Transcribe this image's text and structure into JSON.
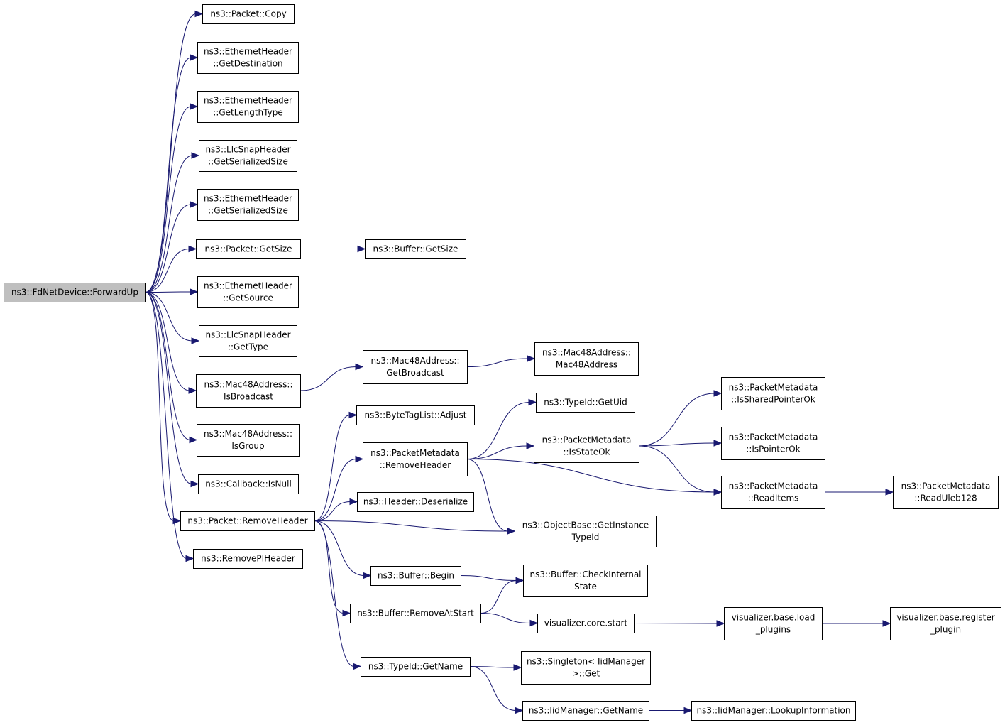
{
  "diagram": {
    "edge_color": "#191970",
    "root_fill": "#bfbfbf",
    "nodes": [
      {
        "id": "root",
        "lines": [
          "ns3::FdNetDevice::ForwardUp"
        ],
        "root": true
      },
      {
        "id": "copy",
        "lines": [
          "ns3::Packet::Copy"
        ]
      },
      {
        "id": "getdest",
        "lines": [
          "ns3::EthernetHeader",
          "::GetDestination"
        ]
      },
      {
        "id": "getlen",
        "lines": [
          "ns3::EthernetHeader",
          "::GetLengthType"
        ]
      },
      {
        "id": "llcsize",
        "lines": [
          "ns3::LlcSnapHeader",
          "::GetSerializedSize"
        ]
      },
      {
        "id": "ethsize",
        "lines": [
          "ns3::EthernetHeader",
          "::GetSerializedSize"
        ]
      },
      {
        "id": "pktsize",
        "lines": [
          "ns3::Packet::GetSize"
        ]
      },
      {
        "id": "bufsize",
        "lines": [
          "ns3::Buffer::GetSize"
        ]
      },
      {
        "id": "getsrc",
        "lines": [
          "ns3::EthernetHeader",
          "::GetSource"
        ]
      },
      {
        "id": "gettype",
        "lines": [
          "ns3::LlcSnapHeader",
          "::GetType"
        ]
      },
      {
        "id": "isbcast",
        "lines": [
          "ns3::Mac48Address::",
          "IsBroadcast"
        ]
      },
      {
        "id": "getbcast",
        "lines": [
          "ns3::Mac48Address::",
          "GetBroadcast"
        ]
      },
      {
        "id": "mac48",
        "lines": [
          "ns3::Mac48Address::",
          "Mac48Address"
        ]
      },
      {
        "id": "isgroup",
        "lines": [
          "ns3::Mac48Address::",
          "IsGroup"
        ]
      },
      {
        "id": "isnull",
        "lines": [
          "ns3::Callback::IsNull"
        ]
      },
      {
        "id": "rmhdr",
        "lines": [
          "ns3::Packet::RemoveHeader"
        ]
      },
      {
        "id": "rmpi",
        "lines": [
          "ns3::RemovePIHeader"
        ]
      },
      {
        "id": "adjust",
        "lines": [
          "ns3::ByteTagList::Adjust"
        ]
      },
      {
        "id": "pmrmhdr",
        "lines": [
          "ns3::PacketMetadata",
          "::RemoveHeader"
        ]
      },
      {
        "id": "deser",
        "lines": [
          "ns3::Header::Deserialize"
        ]
      },
      {
        "id": "getuid",
        "lines": [
          "ns3::TypeId::GetUid"
        ]
      },
      {
        "id": "isstateok",
        "lines": [
          "ns3::PacketMetadata",
          "::IsStateOk"
        ]
      },
      {
        "id": "isshared",
        "lines": [
          "ns3::PacketMetadata",
          "::IsSharedPointerOk"
        ]
      },
      {
        "id": "isptr",
        "lines": [
          "ns3::PacketMetadata",
          "::IsPointerOk"
        ]
      },
      {
        "id": "readitems",
        "lines": [
          "ns3::PacketMetadata",
          "::ReadItems"
        ]
      },
      {
        "id": "readuleb",
        "lines": [
          "ns3::PacketMetadata",
          "::ReadUleb128"
        ]
      },
      {
        "id": "getinst",
        "lines": [
          "ns3::ObjectBase::GetInstance",
          "TypeId"
        ]
      },
      {
        "id": "bufbegin",
        "lines": [
          "ns3::Buffer::Begin"
        ]
      },
      {
        "id": "checkint",
        "lines": [
          "ns3::Buffer::CheckInternal",
          "State"
        ]
      },
      {
        "id": "rmatstart",
        "lines": [
          "ns3::Buffer::RemoveAtStart"
        ]
      },
      {
        "id": "vstart",
        "lines": [
          "visualizer.core.start"
        ]
      },
      {
        "id": "vload",
        "lines": [
          "visualizer.base.load",
          "_plugins"
        ]
      },
      {
        "id": "vreg",
        "lines": [
          "visualizer.base.register",
          "_plugin"
        ]
      },
      {
        "id": "getname",
        "lines": [
          "ns3::TypeId::GetName"
        ]
      },
      {
        "id": "singleton",
        "lines": [
          "ns3::Singleton< IidManager",
          ">::Get"
        ]
      },
      {
        "id": "iidgetname",
        "lines": [
          "ns3::IidManager::GetName"
        ]
      },
      {
        "id": "lookup",
        "lines": [
          "ns3::IidManager::LookupInformation"
        ]
      }
    ],
    "edges": [
      {
        "from": "root",
        "to": "copy"
      },
      {
        "from": "root",
        "to": "getdest"
      },
      {
        "from": "root",
        "to": "getlen"
      },
      {
        "from": "root",
        "to": "llcsize"
      },
      {
        "from": "root",
        "to": "ethsize"
      },
      {
        "from": "root",
        "to": "pktsize"
      },
      {
        "from": "root",
        "to": "getsrc"
      },
      {
        "from": "root",
        "to": "gettype"
      },
      {
        "from": "root",
        "to": "isbcast"
      },
      {
        "from": "root",
        "to": "isgroup"
      },
      {
        "from": "root",
        "to": "isnull"
      },
      {
        "from": "root",
        "to": "rmhdr"
      },
      {
        "from": "root",
        "to": "rmpi"
      },
      {
        "from": "pktsize",
        "to": "bufsize"
      },
      {
        "from": "isbcast",
        "to": "getbcast"
      },
      {
        "from": "getbcast",
        "to": "mac48"
      },
      {
        "from": "rmhdr",
        "to": "adjust"
      },
      {
        "from": "rmhdr",
        "to": "pmrmhdr"
      },
      {
        "from": "rmhdr",
        "to": "deser"
      },
      {
        "from": "rmhdr",
        "to": "getinst"
      },
      {
        "from": "rmhdr",
        "to": "bufbegin"
      },
      {
        "from": "rmhdr",
        "to": "rmatstart"
      },
      {
        "from": "rmhdr",
        "to": "getname"
      },
      {
        "from": "pmrmhdr",
        "to": "getuid"
      },
      {
        "from": "pmrmhdr",
        "to": "isstateok"
      },
      {
        "from": "pmrmhdr",
        "to": "readitems"
      },
      {
        "from": "pmrmhdr",
        "to": "getinst"
      },
      {
        "from": "isstateok",
        "to": "isshared"
      },
      {
        "from": "isstateok",
        "to": "isptr"
      },
      {
        "from": "isstateok",
        "to": "readitems"
      },
      {
        "from": "readitems",
        "to": "readuleb"
      },
      {
        "from": "bufbegin",
        "to": "checkint"
      },
      {
        "from": "rmatstart",
        "to": "checkint"
      },
      {
        "from": "rmatstart",
        "to": "vstart"
      },
      {
        "from": "vstart",
        "to": "vload"
      },
      {
        "from": "vload",
        "to": "vreg"
      },
      {
        "from": "getname",
        "to": "singleton"
      },
      {
        "from": "getname",
        "to": "iidgetname"
      },
      {
        "from": "iidgetname",
        "to": "lookup"
      }
    ]
  }
}
